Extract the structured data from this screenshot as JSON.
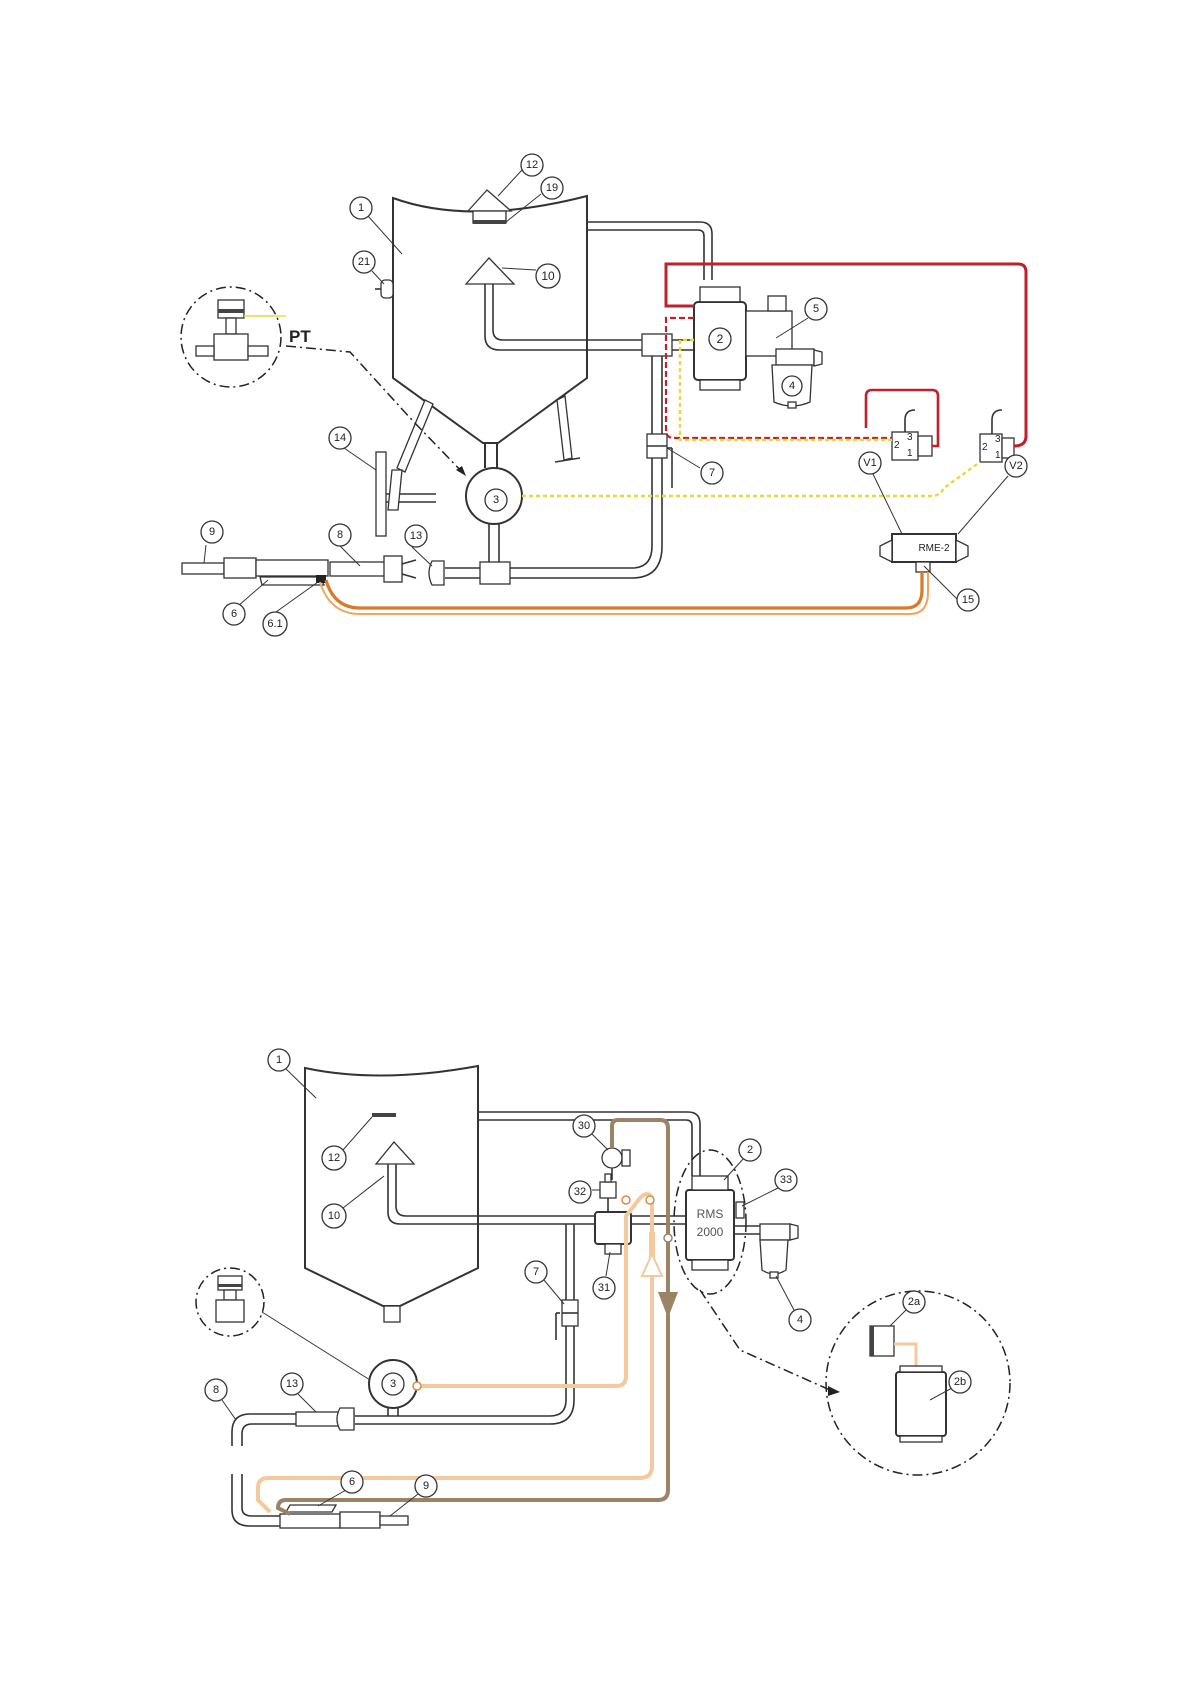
{
  "diagram1": {
    "labels": {
      "l1": "1",
      "l2": "2",
      "l3": "3",
      "l4": "4",
      "l5": "5",
      "l6": "6",
      "l61": "6.1",
      "l7": "7",
      "l8": "8",
      "l9": "9",
      "l10": "10",
      "l12": "12",
      "l13": "13",
      "l14": "14",
      "l15": "15",
      "l19": "19",
      "l21": "21",
      "lV1": "V1",
      "lV2": "V2"
    },
    "pt_label": "PT",
    "rme_label": "RME-2",
    "valve_ports": {
      "v1_top": "3",
      "v1_left": "2",
      "v1_bottom": "1",
      "v2_top": "3",
      "v2_left": "2",
      "v2_bottom": "1"
    },
    "colors": {
      "red_line": "#c0202a",
      "yellow_line": "#e8d840",
      "orange_line": "#d97a2a"
    }
  },
  "diagram2": {
    "labels": {
      "l1": "1",
      "l2": "2",
      "l2a": "2a",
      "l2b": "2b",
      "l3": "3",
      "l4": "4",
      "l6": "6",
      "l7": "7",
      "l8": "8",
      "l9": "9",
      "l10": "10",
      "l12": "12",
      "l13": "13",
      "l30": "30",
      "l31": "31",
      "l32": "32",
      "l33": "33"
    },
    "rms_label_1": "RMS",
    "rms_label_2": "2000",
    "colors": {
      "light_orange_line": "#f5c9a0",
      "brown_line": "#9b8466"
    }
  }
}
